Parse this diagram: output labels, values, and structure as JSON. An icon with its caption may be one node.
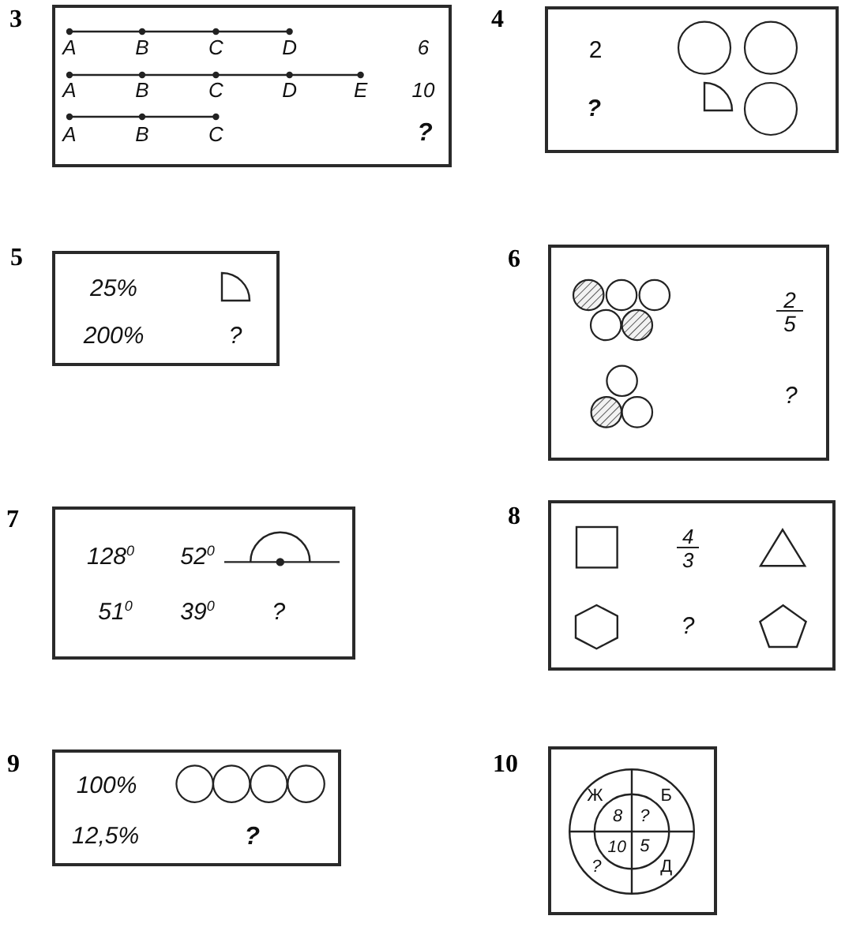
{
  "diagram": {
    "nodes": [
      {
        "text": [
          "3",
          "A",
          "B",
          "C",
          "D",
          "6",
          "A",
          "B",
          "C",
          "D",
          "E",
          "10",
          "A",
          "B",
          "C",
          "?"
        ]
      },
      {
        "text": [
          "4",
          "2",
          "?"
        ]
      },
      {
        "text": [
          "5",
          "25%",
          "200%",
          "?"
        ]
      },
      {
        "text": [
          "6",
          "2",
          "5",
          "?"
        ]
      },
      {
        "text": [
          "7",
          "128$^{0}$",
          "52$^{0}$",
          "51$^{0}$",
          "39$^{0}$",
          "?"
        ]
      },
      {
        "text": [
          "8",
          "4",
          "3",
          "?"
        ]
      },
      {
        "text": [
          "9",
          "100%",
          "12,5%",
          "?"
        ]
      },
      {
        "text": [
          "10",
          "Ж",
          "Б",
          "8",
          "?",
          "10",
          "5",
          "?",
          "Д"
        ]
      }
    ]
  }
}
